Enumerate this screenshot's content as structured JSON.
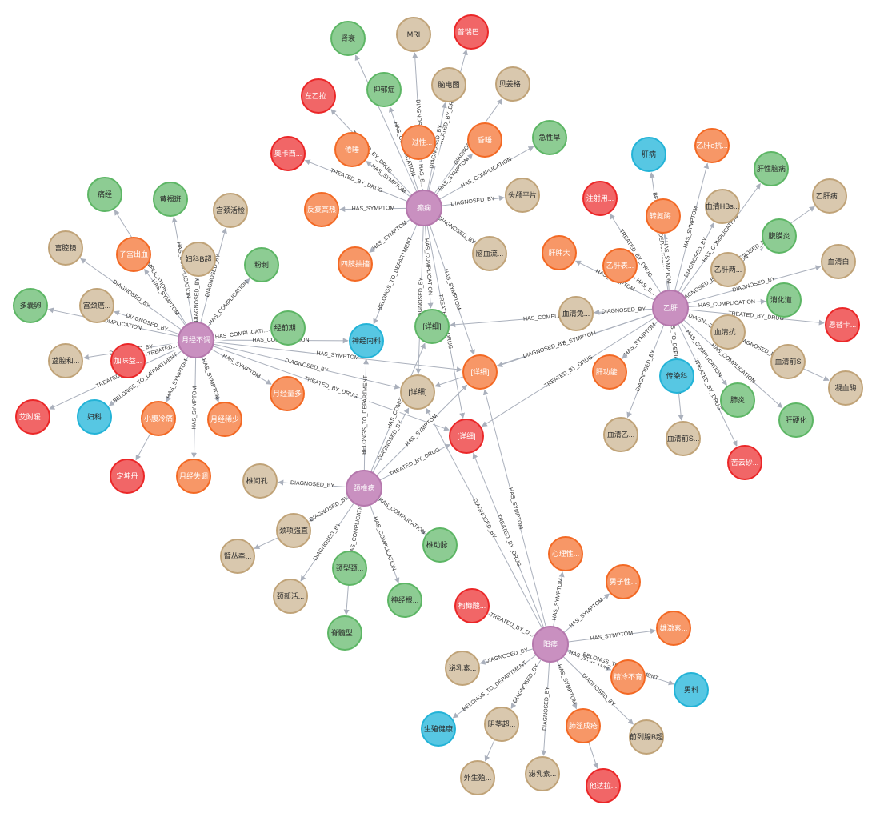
{
  "colors": {
    "disease": {
      "fill": "#c990c0",
      "stroke": "#b578ad",
      "text": "#ffffff"
    },
    "symptom": {
      "fill": "#f79767",
      "stroke": "#f36924",
      "text": "#ffffff"
    },
    "complication": {
      "fill": "#8dcc93",
      "stroke": "#5db665",
      "text": "#2a2a2a"
    },
    "check": {
      "fill": "#d9c8ae",
      "stroke": "#c0a378",
      "text": "#2a2a2a"
    },
    "drug": {
      "fill": "#f16667",
      "stroke": "#eb2728",
      "text": "#ffffff"
    },
    "department": {
      "fill": "#57c7e3",
      "stroke": "#23b3d7",
      "text": "#2a2a2a"
    },
    "edge": "#aab0bc"
  },
  "nodes": [
    {
      "id": "epilepsy",
      "label": "癫痫",
      "type": "disease"
    },
    {
      "id": "hepb",
      "label": "乙肝",
      "type": "disease"
    },
    {
      "id": "menstrual",
      "label": "月经不调",
      "type": "disease"
    },
    {
      "id": "cervical",
      "label": "颈椎病",
      "type": "disease"
    },
    {
      "id": "ed",
      "label": "阳痿",
      "type": "disease"
    },
    {
      "id": "d_comp",
      "label": "[详细]",
      "type": "complication"
    },
    {
      "id": "d_symp",
      "label": "[详细]",
      "type": "symptom"
    },
    {
      "id": "d_check",
      "label": "[详细]",
      "type": "check"
    },
    {
      "id": "d_drug",
      "label": "[详细]",
      "type": "drug"
    },
    {
      "id": "neuro",
      "label": "神经内科",
      "type": "department"
    },
    {
      "id": "e1",
      "label": "肾衰",
      "type": "complication"
    },
    {
      "id": "e2",
      "label": "MRI",
      "type": "check"
    },
    {
      "id": "e3",
      "label": "普瑞巴...",
      "type": "drug"
    },
    {
      "id": "e4",
      "label": "抑郁症",
      "type": "complication"
    },
    {
      "id": "e5",
      "label": "脑电图",
      "type": "check"
    },
    {
      "id": "e6",
      "label": "贝姜格...",
      "type": "check"
    },
    {
      "id": "e7",
      "label": "左乙拉...",
      "type": "drug"
    },
    {
      "id": "e8",
      "label": "一过性...",
      "type": "symptom"
    },
    {
      "id": "e9",
      "label": "昏睡",
      "type": "symptom"
    },
    {
      "id": "e10",
      "label": "急性早",
      "type": "complication"
    },
    {
      "id": "e11",
      "label": "倦睡",
      "type": "symptom"
    },
    {
      "id": "e12",
      "label": "奥卡西...",
      "type": "drug"
    },
    {
      "id": "e13",
      "label": "反复高热",
      "type": "symptom"
    },
    {
      "id": "e14",
      "label": "头颅平片",
      "type": "check"
    },
    {
      "id": "e15",
      "label": "四肢抽搐",
      "type": "symptom"
    },
    {
      "id": "e16",
      "label": "脑血流...",
      "type": "check"
    },
    {
      "id": "h1",
      "label": "肝病",
      "type": "department"
    },
    {
      "id": "h2",
      "label": "乙肝e抗...",
      "type": "symptom"
    },
    {
      "id": "h3",
      "label": "肝性脑病",
      "type": "complication"
    },
    {
      "id": "h4",
      "label": "注射用...",
      "type": "drug"
    },
    {
      "id": "h5",
      "label": "转氨酶...",
      "type": "symptom"
    },
    {
      "id": "h6",
      "label": "血清HBs...",
      "type": "check"
    },
    {
      "id": "h7",
      "label": "乙肝病...",
      "type": "check"
    },
    {
      "id": "h8",
      "label": "腹膜炎",
      "type": "complication"
    },
    {
      "id": "h9",
      "label": "肝肿大",
      "type": "symptom"
    },
    {
      "id": "h10",
      "label": "乙肝表...",
      "type": "symptom"
    },
    {
      "id": "h11",
      "label": "乙肝两...",
      "type": "check"
    },
    {
      "id": "h12",
      "label": "血清白",
      "type": "check"
    },
    {
      "id": "h13",
      "label": "消化道...",
      "type": "complication"
    },
    {
      "id": "h14",
      "label": "血清免...",
      "type": "check"
    },
    {
      "id": "h15",
      "label": "恩替卡...",
      "type": "drug"
    },
    {
      "id": "h16",
      "label": "血清抗...",
      "type": "check"
    },
    {
      "id": "h17",
      "label": "血清前S",
      "type": "check"
    },
    {
      "id": "h18",
      "label": "凝血酶",
      "type": "check"
    },
    {
      "id": "h19",
      "label": "肝功能...",
      "type": "symptom"
    },
    {
      "id": "h20",
      "label": "传染科",
      "type": "department"
    },
    {
      "id": "h21",
      "label": "肺炎",
      "type": "complication"
    },
    {
      "id": "h22",
      "label": "肝硬化",
      "type": "complication"
    },
    {
      "id": "h23",
      "label": "血清乙...",
      "type": "check"
    },
    {
      "id": "h24",
      "label": "血清前S...",
      "type": "check"
    },
    {
      "id": "h25",
      "label": "苦云砂...",
      "type": "drug"
    },
    {
      "id": "m1",
      "label": "痛经",
      "type": "complication"
    },
    {
      "id": "m2",
      "label": "黄褐斑",
      "type": "complication"
    },
    {
      "id": "m3",
      "label": "宫颈活检",
      "type": "check"
    },
    {
      "id": "m4",
      "label": "宫腔镜",
      "type": "check"
    },
    {
      "id": "m5",
      "label": "子宫出血",
      "type": "symptom"
    },
    {
      "id": "m6",
      "label": "妇科B超",
      "type": "check"
    },
    {
      "id": "m7",
      "label": "粉刺",
      "type": "complication"
    },
    {
      "id": "m8",
      "label": "多囊卵",
      "type": "complication"
    },
    {
      "id": "m9",
      "label": "宫颈癌...",
      "type": "check"
    },
    {
      "id": "m10",
      "label": "经前期...",
      "type": "complication"
    },
    {
      "id": "m11",
      "label": "盆腔和...",
      "type": "check"
    },
    {
      "id": "m12",
      "label": "加味益...",
      "type": "drug"
    },
    {
      "id": "m13",
      "label": "艾附暖...",
      "type": "drug"
    },
    {
      "id": "m14",
      "label": "妇科",
      "type": "department"
    },
    {
      "id": "m15",
      "label": "小腹冷痛",
      "type": "symptom"
    },
    {
      "id": "m16",
      "label": "月经稀少",
      "type": "symptom"
    },
    {
      "id": "m17",
      "label": "月经量多",
      "type": "symptom"
    },
    {
      "id": "m18",
      "label": "定坤丹",
      "type": "drug"
    },
    {
      "id": "m19",
      "label": "月经失调",
      "type": "symptom"
    },
    {
      "id": "c1",
      "label": "椎间孔...",
      "type": "check"
    },
    {
      "id": "c2",
      "label": "颈项强直",
      "type": "check"
    },
    {
      "id": "c3",
      "label": "臂丛牵...",
      "type": "check"
    },
    {
      "id": "c4",
      "label": "颈型颈...",
      "type": "complication"
    },
    {
      "id": "c5",
      "label": "椎动脉...",
      "type": "complication"
    },
    {
      "id": "c6",
      "label": "颈部活...",
      "type": "check"
    },
    {
      "id": "c7",
      "label": "神经根...",
      "type": "complication"
    },
    {
      "id": "c8",
      "label": "脊髓型...",
      "type": "complication"
    },
    {
      "id": "y1",
      "label": "心理性...",
      "type": "symptom"
    },
    {
      "id": "y2",
      "label": "男子性...",
      "type": "symptom"
    },
    {
      "id": "y3",
      "label": "枸橼酸...",
      "type": "drug"
    },
    {
      "id": "y4",
      "label": "雄激素...",
      "type": "symptom"
    },
    {
      "id": "y5",
      "label": "泌乳素...",
      "type": "check"
    },
    {
      "id": "y6",
      "label": "精冷不育",
      "type": "symptom"
    },
    {
      "id": "y7",
      "label": "男科",
      "type": "department"
    },
    {
      "id": "y8",
      "label": "生殖健康",
      "type": "department"
    },
    {
      "id": "y9",
      "label": "阴茎超...",
      "type": "check"
    },
    {
      "id": "y10",
      "label": "肺淫成疮",
      "type": "symptom"
    },
    {
      "id": "y11",
      "label": "前列腺B超",
      "type": "check"
    },
    {
      "id": "y12",
      "label": "外生殖...",
      "type": "check"
    },
    {
      "id": "y13",
      "label": "泌乳素...",
      "type": "check"
    },
    {
      "id": "y14",
      "label": "他达拉...",
      "type": "drug"
    }
  ],
  "edges": [
    {
      "s": "epilepsy",
      "t": "e1",
      "label": ""
    },
    {
      "s": "epilepsy",
      "t": "e2",
      "label": "DIAGNOSED_BY"
    },
    {
      "s": "epilepsy",
      "t": "e3",
      "label": "TREATED_BY_DRUG"
    },
    {
      "s": "epilepsy",
      "t": "e4",
      "label": "HAS_COMPLICATION"
    },
    {
      "s": "epilepsy",
      "t": "e5",
      "label": "DIAGNOSED_BY"
    },
    {
      "s": "epilepsy",
      "t": "e6",
      "label": "DIAGNOSED_BY"
    },
    {
      "s": "epilepsy",
      "t": "e7",
      "label": "TREATED_BY_DRUG"
    },
    {
      "s": "epilepsy",
      "t": "e8",
      "label": "HAS_S..."
    },
    {
      "s": "epilepsy",
      "t": "e9",
      "label": "HAS_SYMPTOM"
    },
    {
      "s": "epilepsy",
      "t": "e10",
      "label": "HAS_COMPLICATION"
    },
    {
      "s": "epilepsy",
      "t": "e11",
      "label": "HAS_SYMPTOM"
    },
    {
      "s": "epilepsy",
      "t": "e12",
      "label": "TREATED_BY_DRUG"
    },
    {
      "s": "epilepsy",
      "t": "e13",
      "label": "HAS_SYMPTOM"
    },
    {
      "s": "epilepsy",
      "t": "e14",
      "label": "DIAGNOSED_BY"
    },
    {
      "s": "epilepsy",
      "t": "e15",
      "label": "HAS_SYMPTOM"
    },
    {
      "s": "epilepsy",
      "t": "e16",
      "label": "DIAGNOSED_BY"
    },
    {
      "s": "epilepsy",
      "t": "neuro",
      "label": "BELONGS_TO_DEPARTMENT"
    },
    {
      "s": "epilepsy",
      "t": "d_comp",
      "label": "HAS_COMPLICATION"
    },
    {
      "s": "epilepsy",
      "t": "d_symp",
      "label": "HAS_SYMPTOM"
    },
    {
      "s": "epilepsy",
      "t": "d_check",
      "label": "DIAGNOSED_BY"
    },
    {
      "s": "epilepsy",
      "t": "d_drug",
      "label": "TREATED_BY_DRUG"
    },
    {
      "s": "hepb",
      "t": "h1",
      "label": "BELONGS_TO_DEPARTMENT"
    },
    {
      "s": "hepb",
      "t": "h2",
      "label": "HAS_SYMPTOM"
    },
    {
      "s": "hepb",
      "t": "h3",
      "label": "HAS_COMPLICATION"
    },
    {
      "s": "hepb",
      "t": "h4",
      "label": "TREATED_BY_DRUG"
    },
    {
      "s": "hepb",
      "t": "h5",
      "label": "HAS_SYMPTOM"
    },
    {
      "s": "hepb",
      "t": "h6",
      "label": "DIAGNOSED_BY"
    },
    {
      "s": "hepb",
      "t": "h7",
      "label": "DIAGNOSED_BY"
    },
    {
      "s": "hepb",
      "t": "h8",
      "label": "HAS_COMPLICATION"
    },
    {
      "s": "hepb",
      "t": "h9",
      "label": "HAS_SYMPTOM"
    },
    {
      "s": "hepb",
      "t": "h10",
      "label": "HAS_S..."
    },
    {
      "s": "hepb",
      "t": "h11",
      "label": "DIAGNOSED_BY"
    },
    {
      "s": "hepb",
      "t": "h12",
      "label": "DIAGNOSED_BY"
    },
    {
      "s": "hepb",
      "t": "h13",
      "label": "HAS_COMPLICATION"
    },
    {
      "s": "hepb",
      "t": "h14",
      "label": "DIAGNOSED_BY"
    },
    {
      "s": "hepb",
      "t": "h15",
      "label": "TREATED_BY_DRUG"
    },
    {
      "s": "hepb",
      "t": "h16",
      "label": "DIAGN..."
    },
    {
      "s": "hepb",
      "t": "h17",
      "label": "DIAGNOSED_BY"
    },
    {
      "s": "hepb",
      "t": "h18",
      "label": "DIAGNOSED_BY"
    },
    {
      "s": "hepb",
      "t": "h19",
      "label": "HAS_SYMPTOM"
    },
    {
      "s": "hepb",
      "t": "h20",
      "label": "BELONGS_TO_DEPARTMENT"
    },
    {
      "s": "hepb",
      "t": "h21",
      "label": "HAS_COMPLICATION"
    },
    {
      "s": "hepb",
      "t": "h22",
      "label": "HAS_COMPLICATION"
    },
    {
      "s": "hepb",
      "t": "h23",
      "label": "DIAGNOSED_BY"
    },
    {
      "s": "hepb",
      "t": "h24",
      "label": "DIAGNOSED_BY"
    },
    {
      "s": "hepb",
      "t": "h25",
      "label": "TREATED_BY_DRUG"
    },
    {
      "s": "hepb",
      "t": "d_comp",
      "label": "HAS_COMPLICATION"
    },
    {
      "s": "hepb",
      "t": "d_symp",
      "label": "HAS_SYMPTOM"
    },
    {
      "s": "hepb",
      "t": "d_check",
      "label": "DIAGNOSED_BY"
    },
    {
      "s": "hepb",
      "t": "d_drug",
      "label": "TREATED_BY_DRUG"
    },
    {
      "s": "menstrual",
      "t": "m1",
      "label": "HAS_COMPLICATION"
    },
    {
      "s": "menstrual",
      "t": "m2",
      "label": "HAS_COMPLICATION"
    },
    {
      "s": "menstrual",
      "t": "m3",
      "label": "DIAGNOSED_BY"
    },
    {
      "s": "menstrual",
      "t": "m4",
      "label": "DIAGNOSED_BY"
    },
    {
      "s": "menstrual",
      "t": "m5",
      "label": "HAS_SYMPTOM"
    },
    {
      "s": "menstrual",
      "t": "m6",
      "label": "DIAGNOSED_BY"
    },
    {
      "s": "menstrual",
      "t": "m7",
      "label": "HAS_COMPLICATION"
    },
    {
      "s": "menstrual",
      "t": "m8",
      "label": "HAS_COMPLICATION"
    },
    {
      "s": "menstrual",
      "t": "m9",
      "label": "DIAGNOSED_BY"
    },
    {
      "s": "menstrual",
      "t": "m10",
      "label": "HAS_COMPLICATI..."
    },
    {
      "s": "menstrual",
      "t": "m11",
      "label": "DIAGNOSED_BY"
    },
    {
      "s": "menstrual",
      "t": "m12",
      "label": "TREATED..."
    },
    {
      "s": "menstrual",
      "t": "m13",
      "label": "TREATED_BY..."
    },
    {
      "s": "menstrual",
      "t": "m14",
      "label": "BELONGS_TO_DEPARTMENT"
    },
    {
      "s": "menstrual",
      "t": "m15",
      "label": "HAS_SYMPTOM"
    },
    {
      "s": "menstrual",
      "t": "m16",
      "label": "HAS_SYMPTOM"
    },
    {
      "s": "menstrual",
      "t": "m17",
      "label": "HAS_SYMPTOM"
    },
    {
      "s": "m15",
      "t": "m18",
      "label": ""
    },
    {
      "s": "menstrual",
      "t": "m19",
      "label": "HAS_SYMPTOM"
    },
    {
      "s": "menstrual",
      "t": "neuro",
      "label": "HAS_COMPLICATION"
    },
    {
      "s": "menstrual",
      "t": "d_symp",
      "label": "HAS_SYMPTOM"
    },
    {
      "s": "menstrual",
      "t": "d_check",
      "label": "DIAGNOSED_BY"
    },
    {
      "s": "menstrual",
      "t": "d_drug",
      "label": "TREATED_BY_DRUG"
    },
    {
      "s": "cervical",
      "t": "c1",
      "label": "DIAGNOSED_BY"
    },
    {
      "s": "cervical",
      "t": "c2",
      "label": "DIAGNOSED_BY"
    },
    {
      "s": "c2",
      "t": "c3",
      "label": ""
    },
    {
      "s": "cervical",
      "t": "c4",
      "label": "HAS_COMPLICATION"
    },
    {
      "s": "cervical",
      "t": "c5",
      "label": "HAS_COMPLICATION"
    },
    {
      "s": "cervical",
      "t": "c6",
      "label": "DIAGNOSED_BY"
    },
    {
      "s": "cervical",
      "t": "c7",
      "label": "HAS_COMPLICATION"
    },
    {
      "s": "c4",
      "t": "c8",
      "label": ""
    },
    {
      "s": "cervical",
      "t": "neuro",
      "label": "BELONGS_TO_DEPARTMENT"
    },
    {
      "s": "cervical",
      "t": "d_comp",
      "label": "HAS_COMPLIC..."
    },
    {
      "s": "cervical",
      "t": "d_check",
      "label": "DIAGNOSED_BY"
    },
    {
      "s": "cervical",
      "t": "d_symp",
      "label": "HAS_SYMPTOM"
    },
    {
      "s": "cervical",
      "t": "d_drug",
      "label": "TREATED_BY_DRUG"
    },
    {
      "s": "ed",
      "t": "y1",
      "label": "HAS_SYMPTOM"
    },
    {
      "s": "ed",
      "t": "y2",
      "label": "HAS_SYMPTOM"
    },
    {
      "s": "ed",
      "t": "y3",
      "label": "TREATED_BY_D..."
    },
    {
      "s": "ed",
      "t": "y4",
      "label": "HAS_SYMPTOM"
    },
    {
      "s": "ed",
      "t": "y5",
      "label": "DIAGNOSED_BY"
    },
    {
      "s": "ed",
      "t": "y6",
      "label": "HAS_SYMPTOM"
    },
    {
      "s": "ed",
      "t": "y7",
      "label": "BELONGS_TO_DEPARTMENT"
    },
    {
      "s": "ed",
      "t": "y8",
      "label": "BELONGS_TO_DEPARTMENT"
    },
    {
      "s": "ed",
      "t": "y9",
      "label": "DIAGNOSED_BY"
    },
    {
      "s": "ed",
      "t": "y10",
      "label": "HAS_SYMPTOM"
    },
    {
      "s": "ed",
      "t": "y11",
      "label": "DIAGNOSED_BY"
    },
    {
      "s": "y9",
      "t": "y12",
      "label": ""
    },
    {
      "s": "ed",
      "t": "y13",
      "label": "DIAGNOSED_BY"
    },
    {
      "s": "y10",
      "t": "y14",
      "label": ""
    },
    {
      "s": "ed",
      "t": "d_check",
      "label": "DIAGNOSED_BY"
    },
    {
      "s": "ed",
      "t": "d_symp",
      "label": "HAS_SYMPTOM"
    },
    {
      "s": "ed",
      "t": "d_drug",
      "label": "TREATED_BY_DRUG"
    }
  ]
}
